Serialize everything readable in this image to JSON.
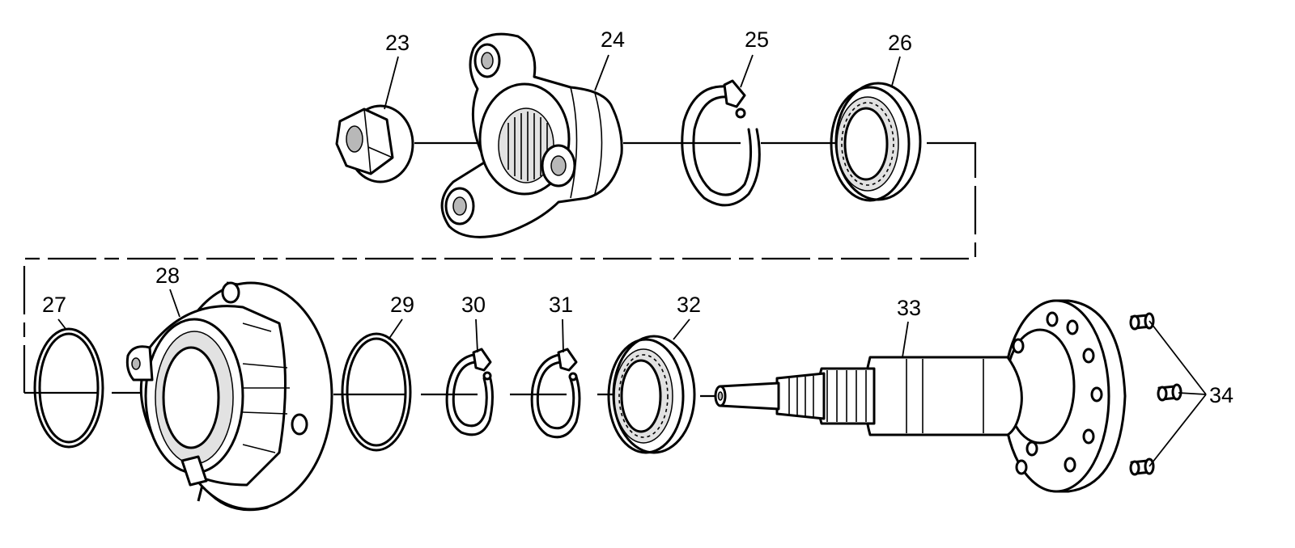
{
  "colors": {
    "line": "#000000",
    "background": "#ffffff",
    "shade": "#b8b8b8"
  },
  "callouts": {
    "c23": "23",
    "c24": "24",
    "c25": "25",
    "c26": "26",
    "c27": "27",
    "c28": "28",
    "c29": "29",
    "c30": "30",
    "c31": "31",
    "c32": "32",
    "c33": "33",
    "c34": "34"
  }
}
